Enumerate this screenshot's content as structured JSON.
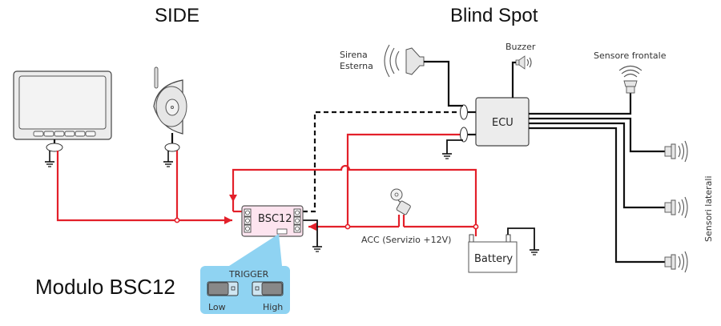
{
  "titles": {
    "side": "SIDE",
    "blind_spot": "Blind Spot",
    "module": "Modulo BSC12"
  },
  "components": {
    "bsc12_label": "BSC12",
    "ecu_label": "ECU",
    "battery_label": "Battery",
    "buzzer_label": "Buzzer",
    "siren_label_line1": "Sirena",
    "siren_label_line2": "Esterna",
    "front_sensor_label": "Sensore frontale",
    "side_sensors_label": "Sensori laterali",
    "acc_label": "ACC (Servizio +12V)"
  },
  "trigger": {
    "title": "TRIGGER",
    "low_label": "Low",
    "high_label": "High",
    "panel_color": "#8fd3f2"
  },
  "colors": {
    "power_wire": "#e3202a",
    "signal_wire": "#111111",
    "bsc12_fill": "#fde4ef"
  }
}
